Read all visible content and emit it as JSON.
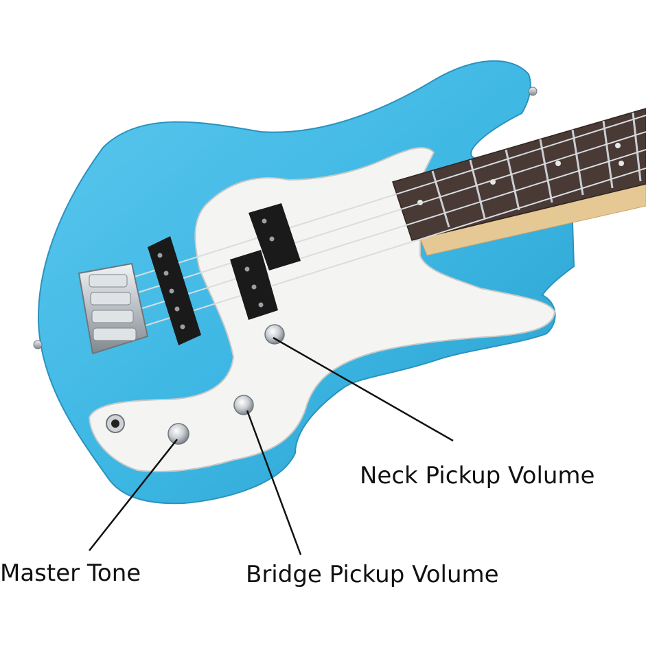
{
  "colors": {
    "body": "#3cb6e3",
    "pickguard": "#f4f4f2",
    "fretboard": "#4a3a36",
    "neck_wood": "#e6c894",
    "pickup": "#1a1a1a",
    "chrome": "#c9ced3",
    "leader_line": "#111111"
  },
  "labels": {
    "neck_pickup_volume": "Neck Pickup Volume",
    "master_tone": "Master Tone",
    "bridge_pickup_volume": "Bridge Pickup Volume"
  }
}
